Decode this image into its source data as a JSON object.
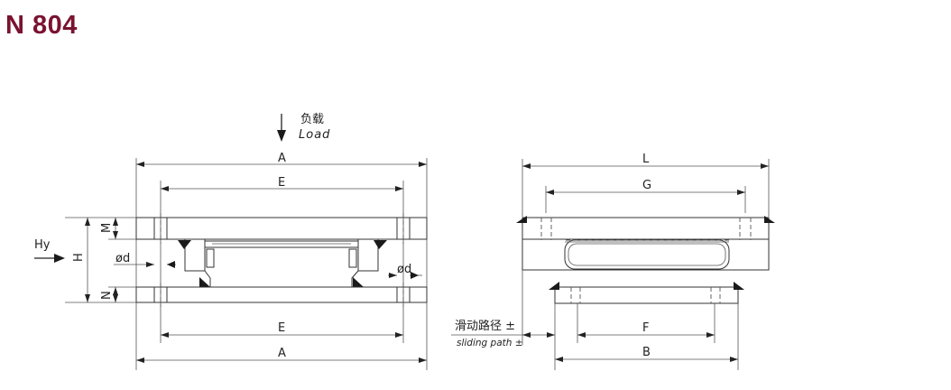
{
  "title": "N 804",
  "left_view": {
    "load_cn": "负载",
    "load_en": "Load",
    "dim_A_top": "A",
    "dim_E_top": "E",
    "dim_E_bottom": "E",
    "dim_A_bottom": "A",
    "dim_H": "H",
    "dim_M": "M",
    "dim_N": "N",
    "hy": "Hy",
    "phi_d_left": "ød",
    "phi_d_right": "ød"
  },
  "right_view": {
    "dim_L": "L",
    "dim_G": "G",
    "dim_F": "F",
    "dim_B": "B",
    "sliding_cn": "滑动路径 ±",
    "sliding_en": "sliding path ±"
  }
}
